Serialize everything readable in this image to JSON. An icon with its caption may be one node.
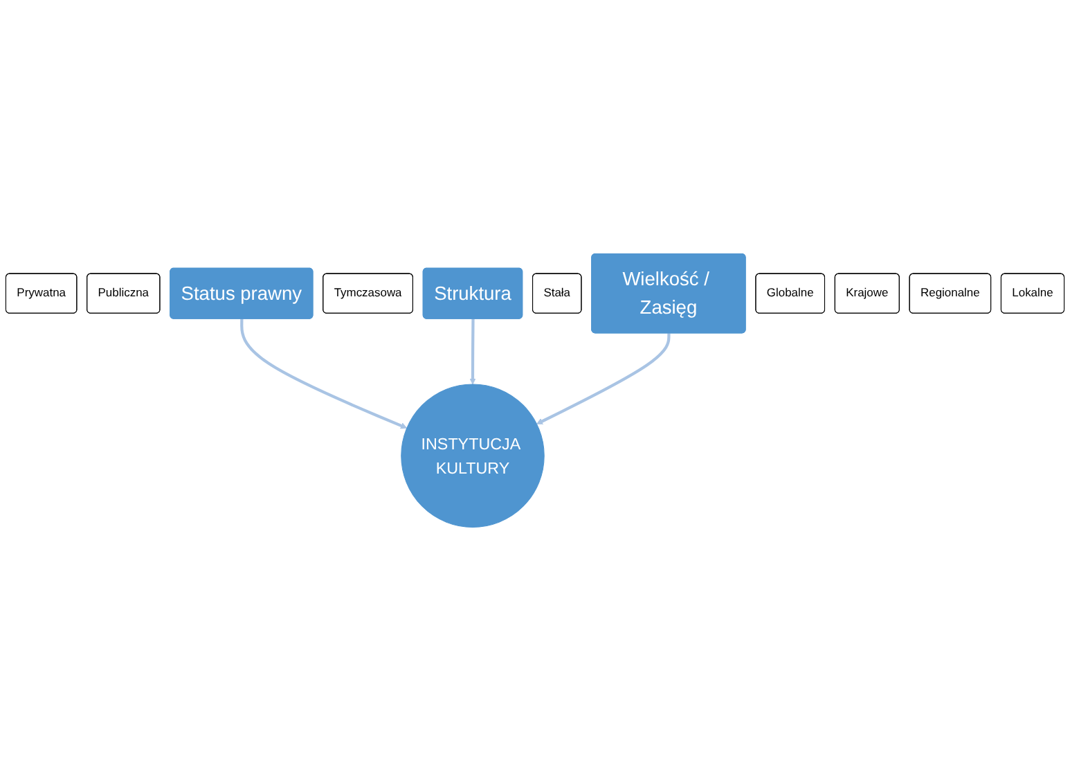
{
  "diagram": {
    "nodes": [
      {
        "text": [
          "Prywatna"
        ]
      },
      {
        "text": [
          "Publiczna"
        ]
      },
      {
        "text": [
          "Status prawny"
        ]
      },
      {
        "text": [
          "Tymczasowa"
        ]
      },
      {
        "text": [
          "Struktura"
        ]
      },
      {
        "text": [
          "Stała"
        ]
      },
      {
        "text": [
          "Wielkość / Zasięg"
        ]
      },
      {
        "text": [
          "Globalne"
        ]
      },
      {
        "text": [
          "Krajowe"
        ]
      },
      {
        "text": [
          "Regionalne"
        ]
      },
      {
        "text": [
          "Lokalne"
        ]
      },
      {
        "text": [
          "INSTYTUCJA KULTURY"
        ]
      }
    ],
    "edges": [
      {
        "from": 2,
        "to": 11,
        "arrow": "to"
      },
      {
        "from": 4,
        "to": 11,
        "arrow": "to"
      },
      {
        "from": 6,
        "to": 11,
        "arrow": "to"
      }
    ]
  }
}
